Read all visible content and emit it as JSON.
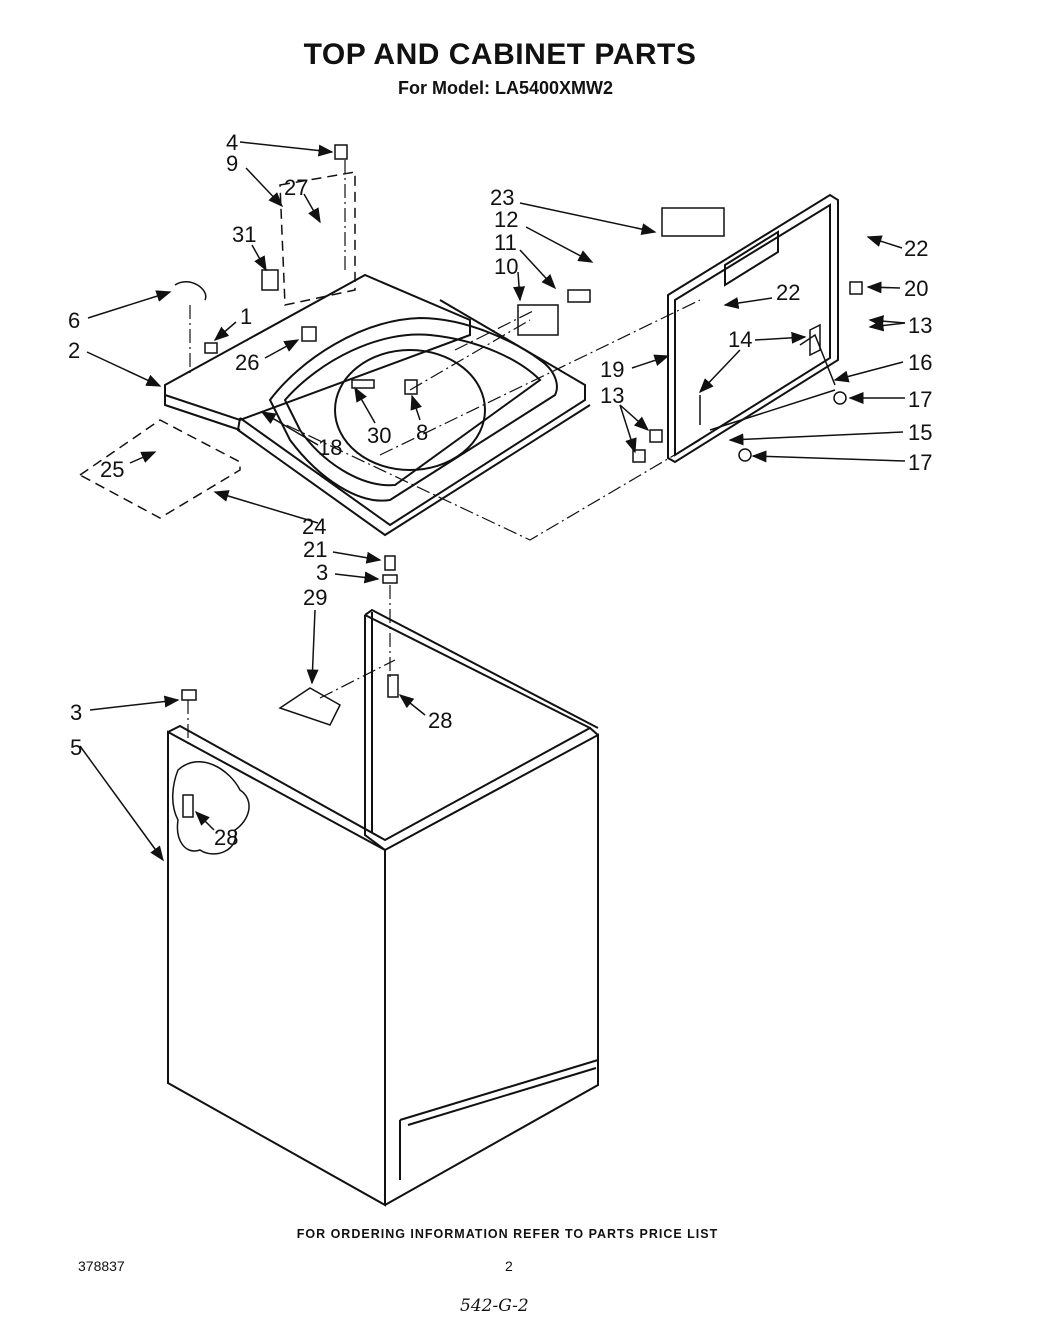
{
  "title": "TOP AND CABINET PARTS",
  "subtitle": "For Model: LA5400XMW2",
  "footer_note": "FOR ORDERING INFORMATION REFER TO PARTS PRICE LIST",
  "document_number": "378837",
  "page_number": "2",
  "handwritten_note": "542-G-2",
  "callouts": [
    "4",
    "9",
    "27",
    "31",
    "6",
    "1",
    "2",
    "26",
    "25",
    "18",
    "30",
    "8",
    "24",
    "23",
    "12",
    "11",
    "10",
    "22",
    "22",
    "20",
    "13",
    "14",
    "19",
    "16",
    "13",
    "17",
    "15",
    "17",
    "21",
    "3",
    "29",
    "28",
    "3",
    "5",
    "28"
  ]
}
